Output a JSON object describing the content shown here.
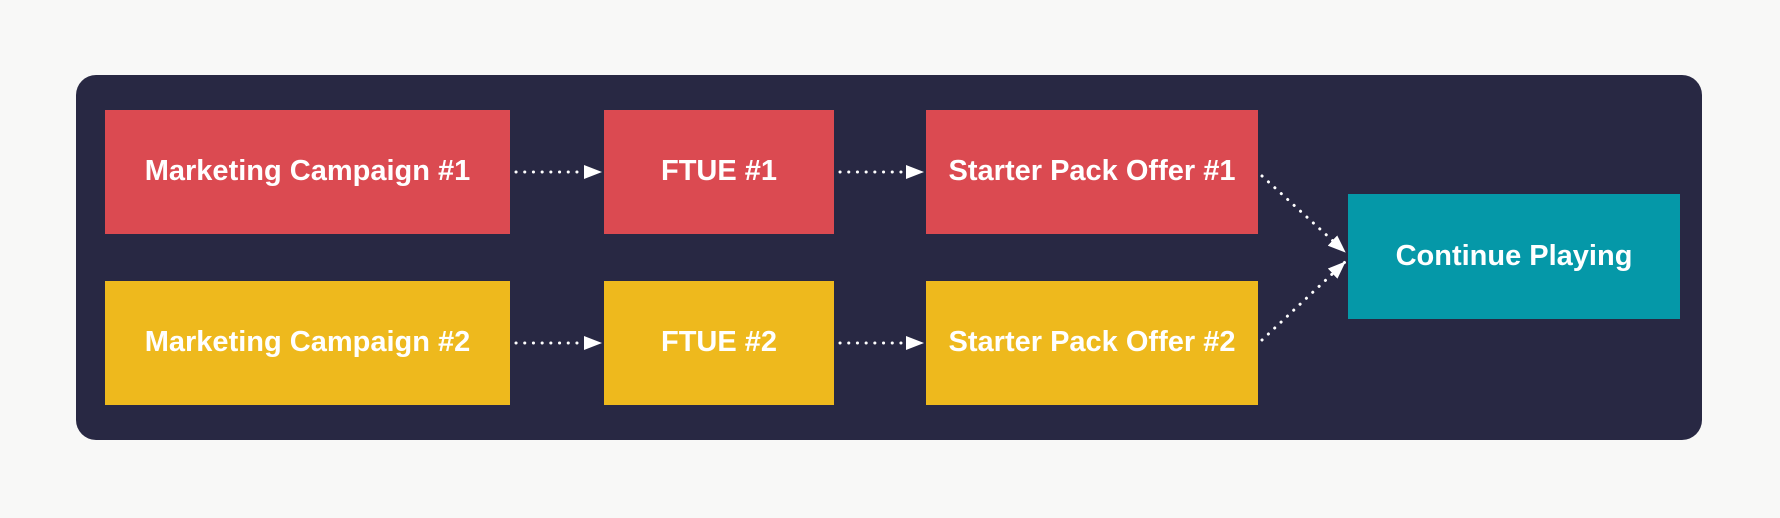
{
  "page": {
    "background_color": "#F8F8F7"
  },
  "diagram": {
    "panel_color": "#282843",
    "arrow_color": "#FFFFFF",
    "text_color": "#FFFFFF",
    "nodes": [
      {
        "id": "marketing-campaign-1",
        "label": "Marketing Campaign #1",
        "color": "#DB4A51"
      },
      {
        "id": "ftue-1",
        "label": "FTUE #1",
        "color": "#DB4A51"
      },
      {
        "id": "starter-pack-offer-1",
        "label": "Starter Pack Offer #1",
        "color": "#DB4A51"
      },
      {
        "id": "marketing-campaign-2",
        "label": "Marketing Campaign #2",
        "color": "#EEB91D"
      },
      {
        "id": "ftue-2",
        "label": "FTUE #2",
        "color": "#EEB91D"
      },
      {
        "id": "starter-pack-offer-2",
        "label": "Starter Pack Offer #2",
        "color": "#EEB91D"
      },
      {
        "id": "continue-playing",
        "label": "Continue Playing",
        "color": "#0598A8"
      }
    ],
    "edges": [
      {
        "from": "marketing-campaign-1",
        "to": "ftue-1",
        "style": "dotted-arrow"
      },
      {
        "from": "ftue-1",
        "to": "starter-pack-offer-1",
        "style": "dotted-arrow"
      },
      {
        "from": "marketing-campaign-2",
        "to": "ftue-2",
        "style": "dotted-arrow"
      },
      {
        "from": "ftue-2",
        "to": "starter-pack-offer-2",
        "style": "dotted-arrow"
      },
      {
        "from": "starter-pack-offer-1",
        "to": "continue-playing",
        "style": "dotted-arrow"
      },
      {
        "from": "starter-pack-offer-2",
        "to": "continue-playing",
        "style": "dotted-arrow"
      }
    ]
  }
}
